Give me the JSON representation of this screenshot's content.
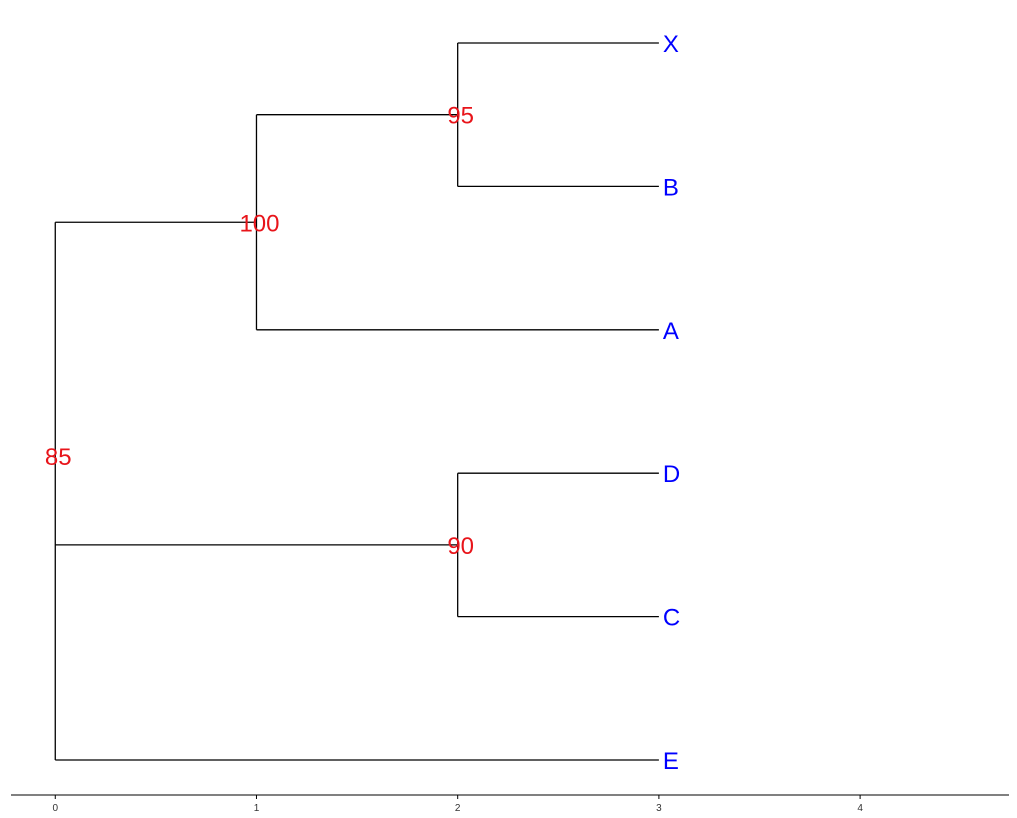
{
  "tree": {
    "name": "root",
    "support": "85",
    "x": 0,
    "children": [
      {
        "name": "n100",
        "support": "100",
        "x": 1,
        "children": [
          {
            "name": "n95",
            "support": "95",
            "x": 2,
            "children": [
              {
                "name": "X",
                "x": 3
              },
              {
                "name": "B",
                "x": 3
              }
            ]
          },
          {
            "name": "A",
            "x": 3
          }
        ]
      },
      {
        "name": "n90",
        "support": "90",
        "x": 2,
        "children": [
          {
            "name": "D",
            "x": 3
          },
          {
            "name": "C",
            "x": 3
          }
        ]
      },
      {
        "name": "E",
        "x": 3
      }
    ]
  },
  "axis": {
    "ticks": [
      0,
      1,
      2,
      3,
      4
    ],
    "tick_labels": [
      "0",
      "1",
      "2",
      "3",
      "4"
    ],
    "xlim": [
      -0.22,
      4.74
    ]
  },
  "colors": {
    "tip_label": "#0000ff",
    "support_label": "#e8141a",
    "branch": "#000000"
  }
}
